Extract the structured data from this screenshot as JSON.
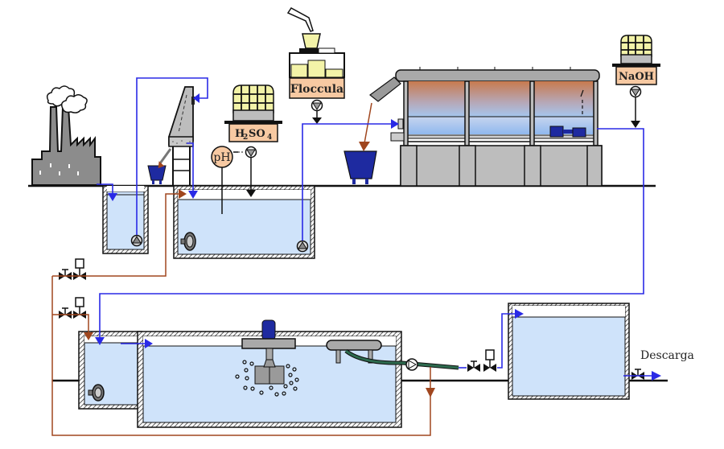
{
  "diagram": {
    "type": "wastewater-treatment-process-flow",
    "labels": {
      "flocculant": "Floccula",
      "acid": "H",
      "acid_sub2": "2",
      "acid_mid": "SO",
      "acid_sub4": "4",
      "base": "NaOH",
      "ph_sensor": "pH",
      "discharge": "Descarga"
    },
    "colors": {
      "water_line": "#2a2ae6",
      "sludge_line": "#a0461e",
      "dosing_line": "#111111",
      "tank_water": "#cfe3fa",
      "equipment_gray": "#bdbdbd",
      "chemical_label_bg": "#f7c9a2",
      "chemical_grid": "#f3f3a8",
      "sludge_bin": "#1e2aa0",
      "effluent_pipe": "#2e6b4f"
    },
    "components": [
      {
        "name": "factory",
        "role": "wastewater source"
      },
      {
        "name": "collection-sump",
        "role": "raw water pit with pump"
      },
      {
        "name": "screen",
        "role": "static screen with solids bin"
      },
      {
        "name": "equalization-tank",
        "role": "pH adjustment with mixer"
      },
      {
        "name": "h2so4-dosing",
        "role": "acid dosing tank with pump"
      },
      {
        "name": "flocculant-dosing",
        "role": "flocculant preparation with pump"
      },
      {
        "name": "daf-unit",
        "role": "flotation separator"
      },
      {
        "name": "sludge-bin",
        "role": "floated sludge collection"
      },
      {
        "name": "naoh-dosing",
        "role": "caustic dosing tank with pump"
      },
      {
        "name": "anoxic-tank",
        "role": "pre-treatment with mixer"
      },
      {
        "name": "aeration-tank",
        "role": "biological reactor with surface aerator"
      },
      {
        "name": "clarifier-decanter",
        "role": "floating decanter with pump"
      },
      {
        "name": "final-tank",
        "role": "treated water storage"
      },
      {
        "name": "discharge-outlet",
        "role": "effluent discharge"
      }
    ]
  }
}
